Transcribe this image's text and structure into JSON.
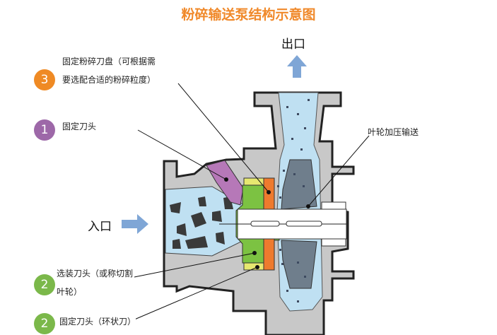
{
  "title": "粉碎输送泵结构示意图",
  "outlet_label": "出口",
  "inlet_label": "入口",
  "impeller_label": "叶轮加压输送",
  "callouts": [
    {
      "number": "3",
      "color": "#ef8a24",
      "lines": [
        "固定粉碎刀盘（可根据需",
        "要选配合适的粉碎粒度）"
      ]
    },
    {
      "number": "1",
      "color": "#9d68a8",
      "lines": [
        "固定刀头"
      ]
    },
    {
      "number": "2",
      "color": "#7bb84a",
      "lines": [
        "选装刀头（或称切割",
        "叶轮）"
      ]
    },
    {
      "number": "2",
      "color": "#7bb84a",
      "lines": [
        "固定刀头（环状刀）"
      ]
    }
  ],
  "colors": {
    "body": "#c8c8c8",
    "fluid": "#bfe0f2",
    "impeller": "#6f7e8c",
    "cutter_green": "#7cc242",
    "ring_orange": "#ee7a2e",
    "arrow": "#7fa6d6"
  }
}
